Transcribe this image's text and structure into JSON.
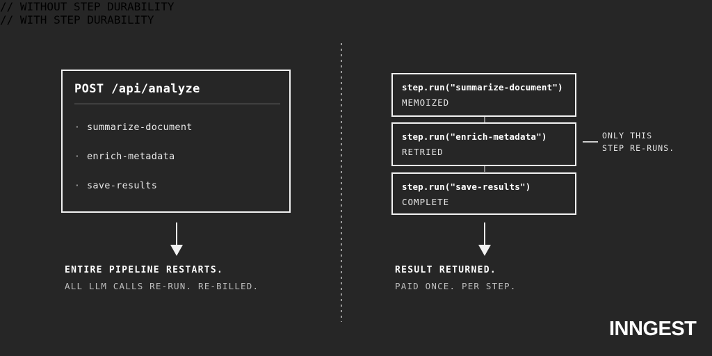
{
  "theme": {
    "background": "#262626",
    "stroke": "#f2f2f2",
    "muted_text": "#8a8a8a",
    "body_text": "#e8e8e8"
  },
  "left_panel": {
    "comment": "// WITHOUT STEP DURABILITY",
    "endpoint": "POST /api/analyze",
    "steps": [
      {
        "bullet": "·",
        "label": "summarize-document"
      },
      {
        "bullet": "·",
        "label": "enrich-metadata"
      },
      {
        "bullet": "·",
        "label": "save-results"
      }
    ],
    "outcome": {
      "headline": "ENTIRE PIPELINE RESTARTS.",
      "subline": "ALL LLM CALLS RE-RUN. RE-BILLED."
    }
  },
  "right_panel": {
    "comment": "// WITH STEP DURABILITY",
    "steps": [
      {
        "call": "step.run(\"summarize-document\")",
        "status": "MEMOIZED"
      },
      {
        "call": "step.run(\"enrich-metadata\")",
        "status": "RETRIED"
      },
      {
        "call": "step.run(\"save-results\")",
        "status": "COMPLETE"
      }
    ],
    "callout": {
      "line1": "ONLY THIS",
      "line2": "STEP RE-RUNS."
    },
    "outcome": {
      "headline": "RESULT RETURNED.",
      "subline": "PAID ONCE. PER STEP."
    }
  },
  "brand": {
    "name": "INNGEST"
  }
}
